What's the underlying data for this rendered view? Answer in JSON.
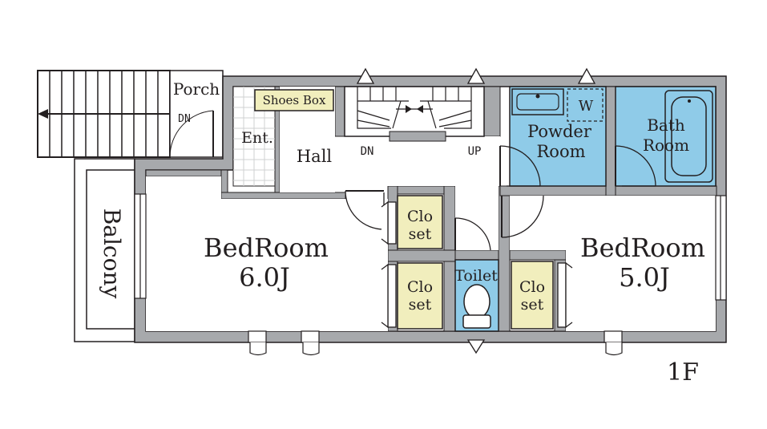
{
  "floor_plan": {
    "floor": "1F",
    "rooms": {
      "porch": "Porch",
      "porch_dn": "DN",
      "entrance": "Ent.",
      "shoes_box": "Shoes Box",
      "hall": "Hall",
      "stair_dn": "DN",
      "stair_up": "UP",
      "washer": "W",
      "powder_line1": "Powder",
      "powder_line2": "Room",
      "bath_line1": "Bath",
      "bath_line2": "Room",
      "balcony": "Balcony",
      "bedroom_left_name": "BedRoom",
      "bedroom_left_size": "6.0J",
      "bedroom_right_name": "BedRoom",
      "bedroom_right_size": "5.0J",
      "closet_line1": "Clo",
      "closet_line2": "set",
      "toilet": "Toilet"
    },
    "colors": {
      "wall": "#a7a9ac",
      "outline": "#231f20",
      "wet_area": "#8fcbe8",
      "closet": "#f1eebd",
      "shoes_box": "#f1eebd"
    }
  }
}
